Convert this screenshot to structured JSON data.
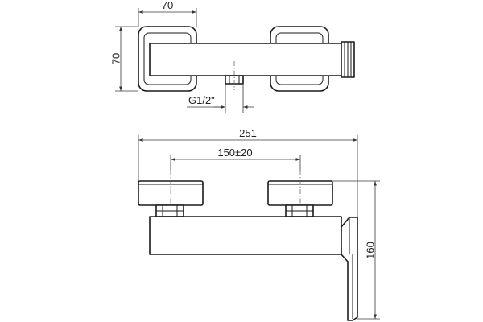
{
  "dimensions": {
    "top_width": "70",
    "top_height": "70",
    "thread": "G1/2\"",
    "overall_width": "251",
    "center_distance": "150±20",
    "height": "160"
  }
}
